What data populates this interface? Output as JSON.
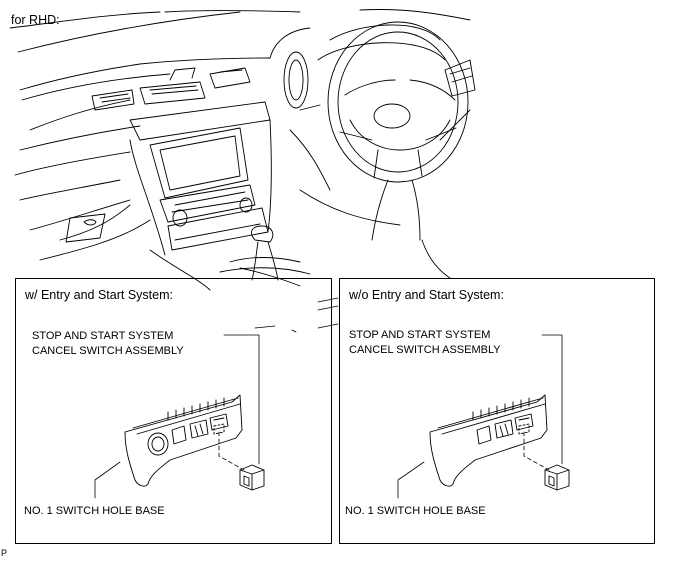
{
  "header": {
    "variant_label": "for RHD:"
  },
  "panels": [
    {
      "heading": "w/ Entry and Start System:",
      "callouts": {
        "switch_assembly_line1": "STOP AND START SYSTEM",
        "switch_assembly_line2": "CANCEL SWITCH ASSEMBLY",
        "hole_base": "NO. 1 SWITCH HOLE BASE"
      }
    },
    {
      "heading": "w/o Entry and Start System:",
      "callouts": {
        "switch_assembly_line1": "STOP AND START SYSTEM",
        "switch_assembly_line2": "CANCEL SWITCH ASSEMBLY",
        "hole_base": "NO. 1 SWITCH HOLE BASE"
      }
    }
  ],
  "footer": {
    "code": "P"
  }
}
